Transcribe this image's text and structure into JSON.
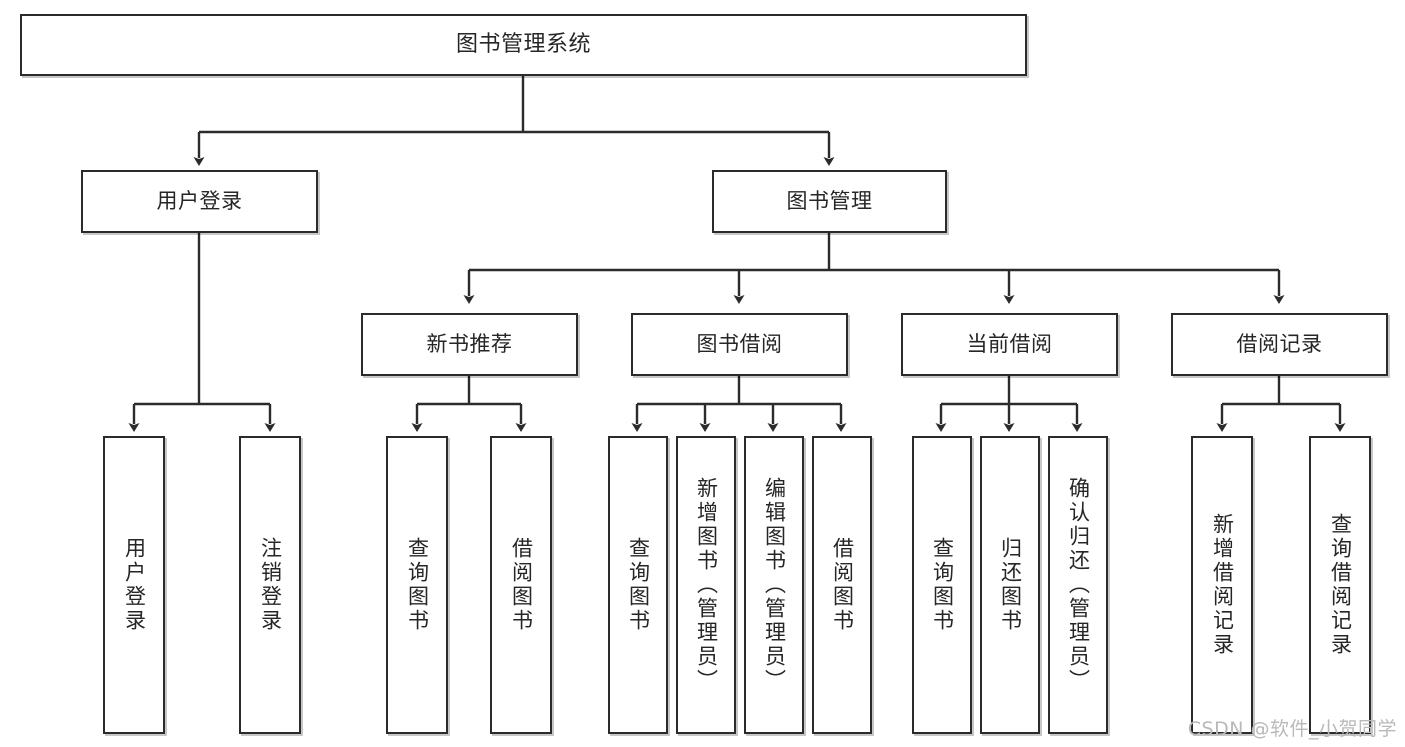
{
  "diagram": {
    "title": "图书管理系统",
    "type": "tree",
    "orientation": "top-down",
    "colors": {
      "box_border": "#2b2b2b",
      "box_fill": "#ffffff",
      "connector": "#2b2b2b",
      "text": "#262626",
      "watermark": "#b9b9b9",
      "background": "#ffffff"
    },
    "root": {
      "label": "图书管理系统"
    },
    "level2": [
      {
        "label": "用户登录"
      },
      {
        "label": "图书管理"
      }
    ],
    "level3": [
      {
        "label": "新书推荐"
      },
      {
        "label": "图书借阅"
      },
      {
        "label": "当前借阅"
      },
      {
        "label": "借阅记录"
      }
    ],
    "leaves": {
      "user_login": [
        {
          "label": "用户登录"
        },
        {
          "label": "注销登录"
        }
      ],
      "new_book_recommend": [
        {
          "label": "查询图书"
        },
        {
          "label": "借阅图书"
        }
      ],
      "book_borrow": [
        {
          "label": "查询图书"
        },
        {
          "label": "新增图书（管理员）"
        },
        {
          "label": "编辑图书（管理员）"
        },
        {
          "label": "借阅图书"
        }
      ],
      "current_borrow": [
        {
          "label": "查询图书"
        },
        {
          "label": "归还图书"
        },
        {
          "label": "确认归还（管理员）"
        }
      ],
      "borrow_record": [
        {
          "label": "新增借阅记录"
        },
        {
          "label": "查询借阅记录"
        }
      ]
    }
  },
  "watermark": {
    "text": "CSDN @软件_小贺同学"
  }
}
